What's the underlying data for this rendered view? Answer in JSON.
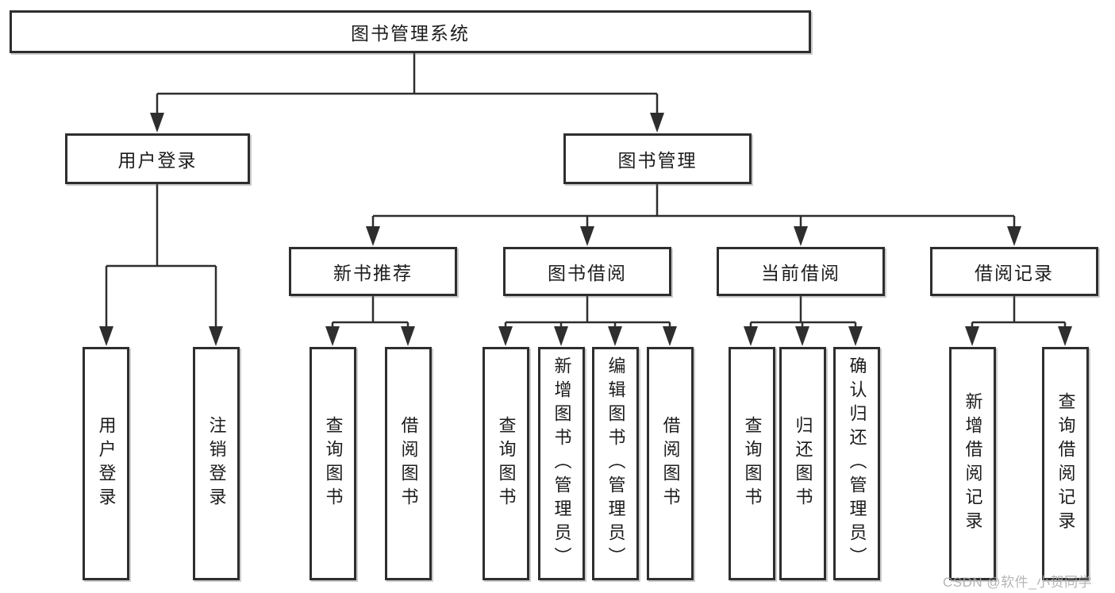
{
  "diagram": {
    "title": "图书管理系统",
    "type": "hierarchy-tree"
  },
  "tree": {
    "root": {
      "label": "图书管理系统"
    },
    "children": [
      {
        "label": "用户登录",
        "children": [
          {
            "label": "用户登录"
          },
          {
            "label": "注销登录"
          }
        ]
      },
      {
        "label": "图书管理",
        "children": [
          {
            "label": "新书推荐",
            "children": [
              {
                "label": "查询图书"
              },
              {
                "label": "借阅图书"
              }
            ]
          },
          {
            "label": "图书借阅",
            "children": [
              {
                "label": "查询图书"
              },
              {
                "label": "新增图书（管理员）"
              },
              {
                "label": "编辑图书（管理员）"
              },
              {
                "label": "借阅图书"
              }
            ]
          },
          {
            "label": "当前借阅",
            "children": [
              {
                "label": "查询图书"
              },
              {
                "label": "归还图书"
              },
              {
                "label": "确认归还（管理员）"
              }
            ]
          },
          {
            "label": "借阅记录",
            "children": [
              {
                "label": "新增借阅记录"
              },
              {
                "label": "查询借阅记录"
              }
            ]
          }
        ]
      }
    ]
  },
  "watermark": {
    "text": "CSDN @软件_小贺同学"
  },
  "colors": {
    "line": "#2e2e2e",
    "box_border": "#2e2e2e",
    "text": "#1c1c1c",
    "watermark": "#a9a9a9",
    "background": "#ffffff"
  }
}
